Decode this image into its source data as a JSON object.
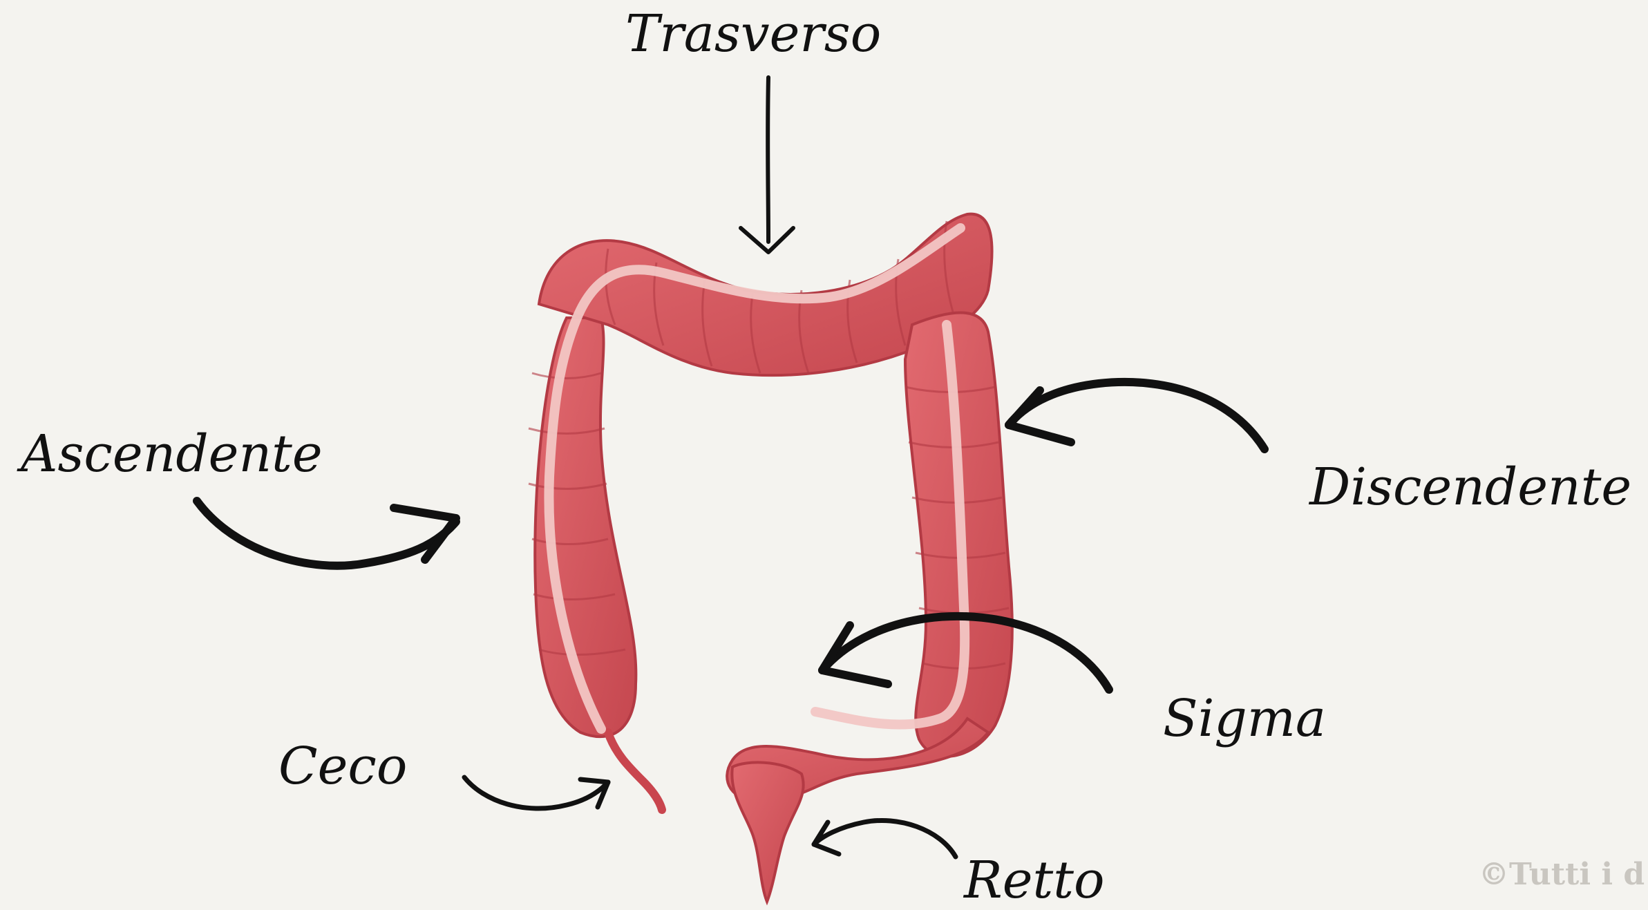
{
  "labels": {
    "trasverso": "Trasverso",
    "ascendente": "Ascendente",
    "discendente": "Discendente",
    "sigma": "Sigma",
    "ceco": "Ceco",
    "retto": "Retto"
  },
  "watermark": "©Tutti i d",
  "colors": {
    "background": "#f4f3ef",
    "colon": "#d9575f",
    "colon_dark": "#b83c45",
    "taenia": "#f2c6c4",
    "arrow": "#111111"
  }
}
